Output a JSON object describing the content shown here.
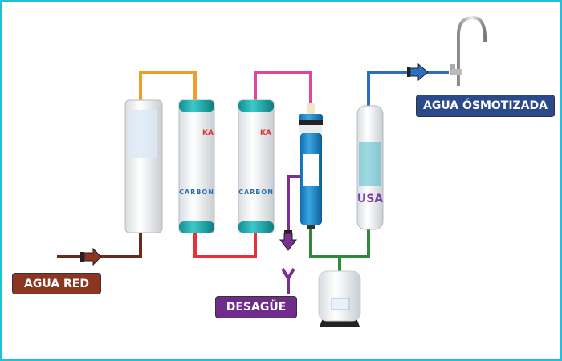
{
  "labels": {
    "tap_water": "AGUA RED",
    "drain": "DESAGÜE",
    "osmosis_water": "AGUA ÓSMOTIZADA"
  },
  "components": {
    "carbon_filter_1_text": "CARBON",
    "carbon_filter_2_text": "CARBON",
    "carbon_badge": "KA",
    "post_filter_text": "USA"
  },
  "colors": {
    "inlet_pipe": "#6b2a1c",
    "orange_pipe": "#f39a2c",
    "red_pipe": "#e8303a",
    "pink_pipe": "#e0479c",
    "drain_pipe": "#7b2f91",
    "green_pipe": "#2f8a3a",
    "blue_pipe": "#2a6fc0",
    "border": "#1fc0dd"
  }
}
